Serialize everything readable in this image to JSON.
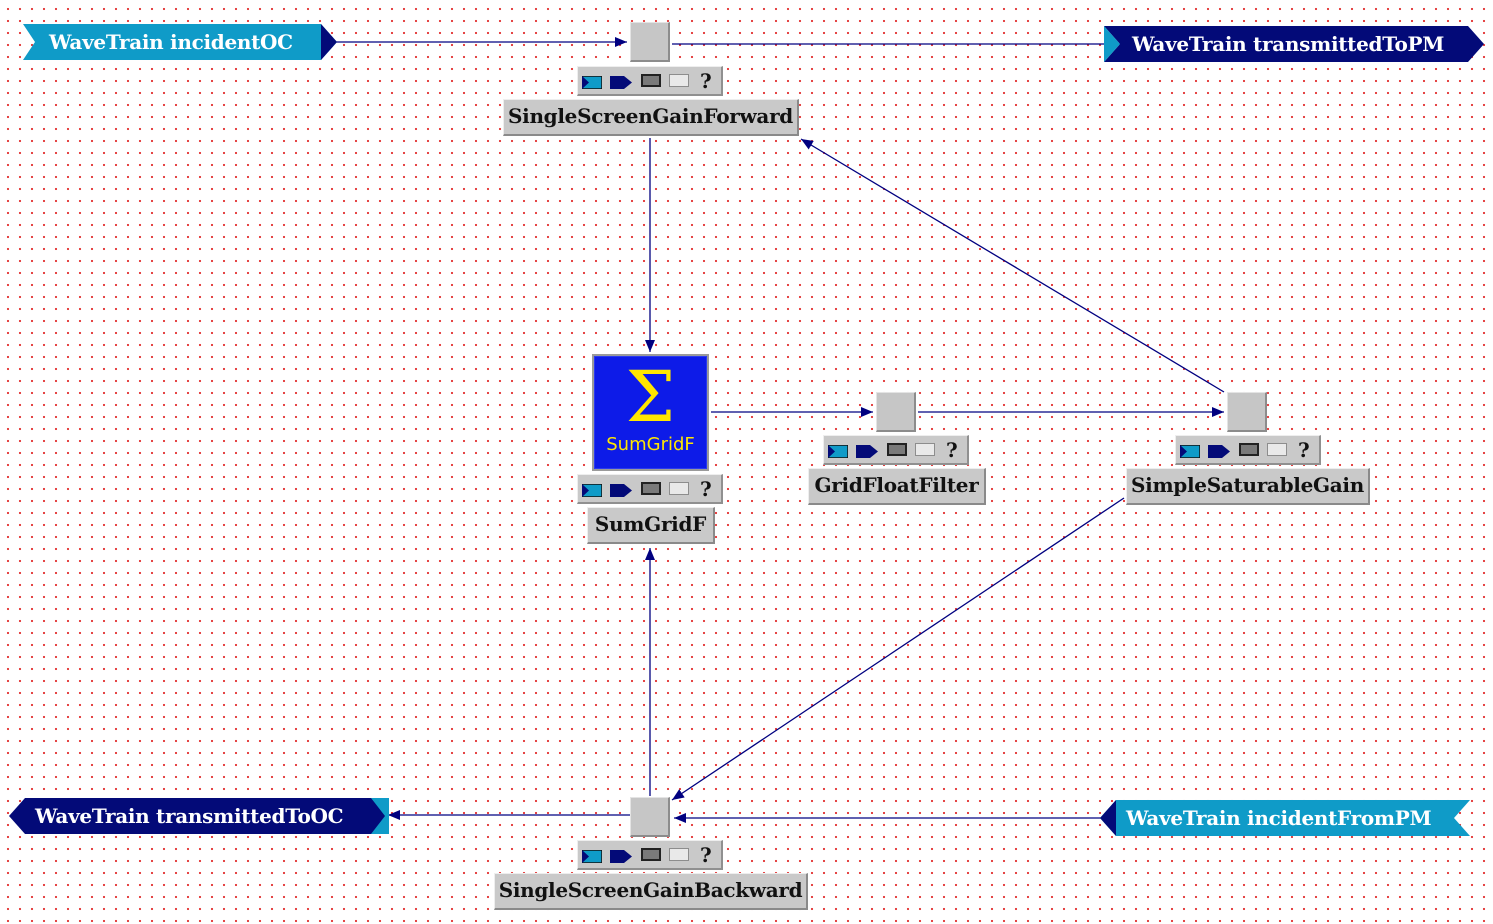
{
  "ports": {
    "incident_oc": "WaveTrain incidentOC",
    "transmitted_to_pm": "WaveTrain transmittedToPM",
    "transmitted_to_oc": "WaveTrain transmittedToOC",
    "incident_from_pm": "WaveTrain incidentFromPM"
  },
  "blocks": {
    "forward": "SingleScreenGainForward",
    "sumgrid": "SumGridF",
    "sumgrid_icon_text": "SumGridF",
    "filter": "GridFloatFilter",
    "gain": "SimpleSaturableGain",
    "backward": "SingleScreenGainBackward"
  },
  "toolbar": {
    "help_glyph": "?"
  },
  "colors": {
    "wire": "#000080",
    "port_input": "#0f9bc8",
    "port_output": "#030a78",
    "sumgrid_icon_bg": "#0d1be8",
    "sumgrid_icon_fg": "#ffe600",
    "grid_dots": "#e23030"
  },
  "icons": {
    "sumgrid_glyph": "Σ",
    "toolbar_1": "inputs-icon",
    "toolbar_2": "outputs-icon",
    "toolbar_3": "parameters-icon",
    "toolbar_4": "states-icon",
    "toolbar_5": "help-icon"
  }
}
